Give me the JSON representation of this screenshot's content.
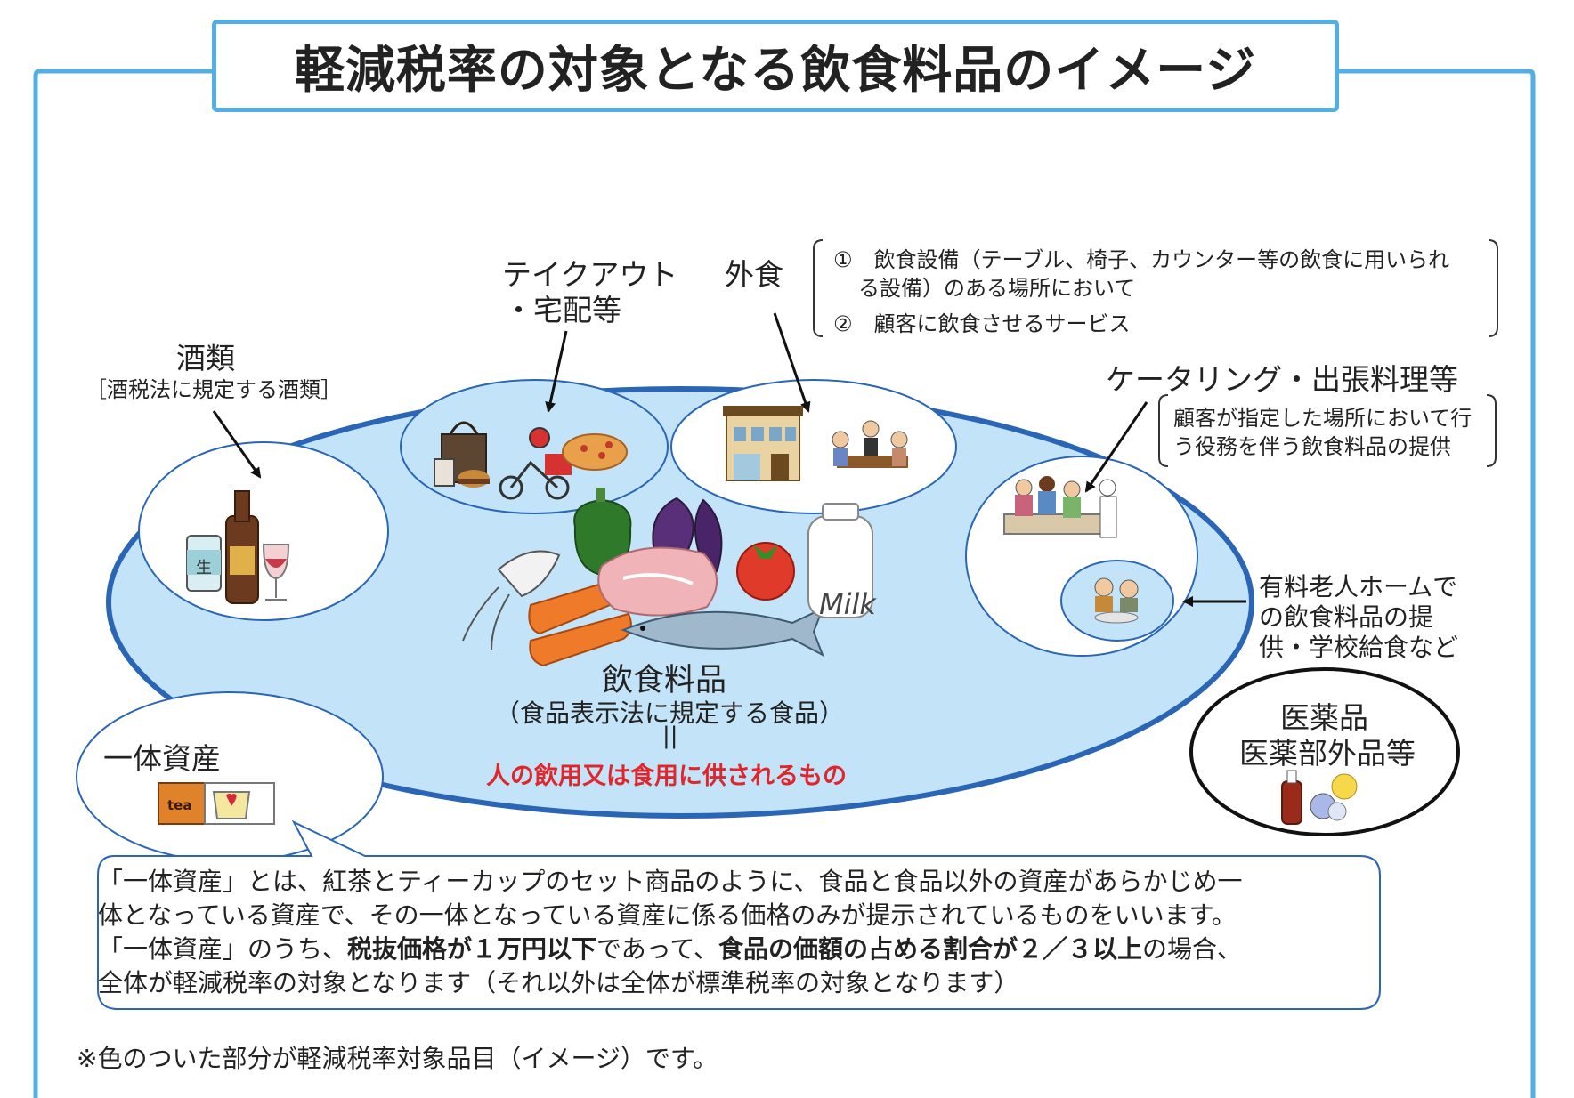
{
  "title": "軽減税率の対象となる飲食料品のイメージ",
  "labels": {
    "sake": "酒類",
    "sake_sub": "［酒税法に規定する酒類］",
    "takeout_1": "テイクアウト",
    "takeout_2": "・宅配等",
    "gaishoku": "外食",
    "gaishoku_1a": "①　飲食設備（テーブル、椅子、カウンター等の飲食に用いられ",
    "gaishoku_1b": "る設備）のある場所において",
    "gaishoku_2": "②　顧客に飲食させるサービス",
    "catering": "ケータリング・出張料理等",
    "catering_1": "顧客が指定した場所において行",
    "catering_2": "う役務を伴う飲食料品の提供",
    "roujin_1": "有料老人ホームで",
    "roujin_2": "の飲食料品の提",
    "roujin_3": "供・学校給食など",
    "inshoku": "飲食料品",
    "inshoku_sub": "（食品表示法に規定する食品）",
    "equals": "||",
    "inshoku_def": "人の飲用又は食用に供されるもの",
    "iyaku_1": "医薬品",
    "iyaku_2": "医薬部外品等",
    "ittai": "一体資産",
    "tea": "tea",
    "beer_label": "生",
    "milk": "Milk"
  },
  "note": {
    "line1": "「一体資産」とは、紅茶とティーカップのセット商品のように、食品と食品以外の資産があらかじめ一",
    "line2": "体となっている資産で、その一体となっている資産に係る価格のみが提示されているものをいいます。",
    "line3a": "「一体資産」のうち、",
    "line3b": "税抜価格が１万円以下",
    "line3c": "であって、",
    "line3d": "食品の価額の占める割合が２／３以上",
    "line3e": "の場合、",
    "line4": "全体が軽減税率の対象となります（それ以外は全体が標準税率の対象となります）"
  },
  "footnote": "※色のついた部分が軽減税率対象品目（イメージ）です。",
  "colors": {
    "frame": "#53aee3",
    "ellipse_fill": "#c3e4f8",
    "ellipse_stroke": "#2a66b5",
    "accent_red": "#e0262b"
  },
  "icons": [
    "beer-bottle-icon",
    "wine-glass-icon",
    "shopping-bag-icon",
    "delivery-scooter-icon",
    "pizza-icon",
    "restaurant-building-icon",
    "diners-icon",
    "catering-icon",
    "elderly-icon",
    "pepper-icon",
    "eggplant-icon",
    "squid-icon",
    "carrot-icon",
    "meat-icon",
    "tomato-icon",
    "fish-icon",
    "milk-icon",
    "tea-set-icon",
    "medicine-icon"
  ]
}
